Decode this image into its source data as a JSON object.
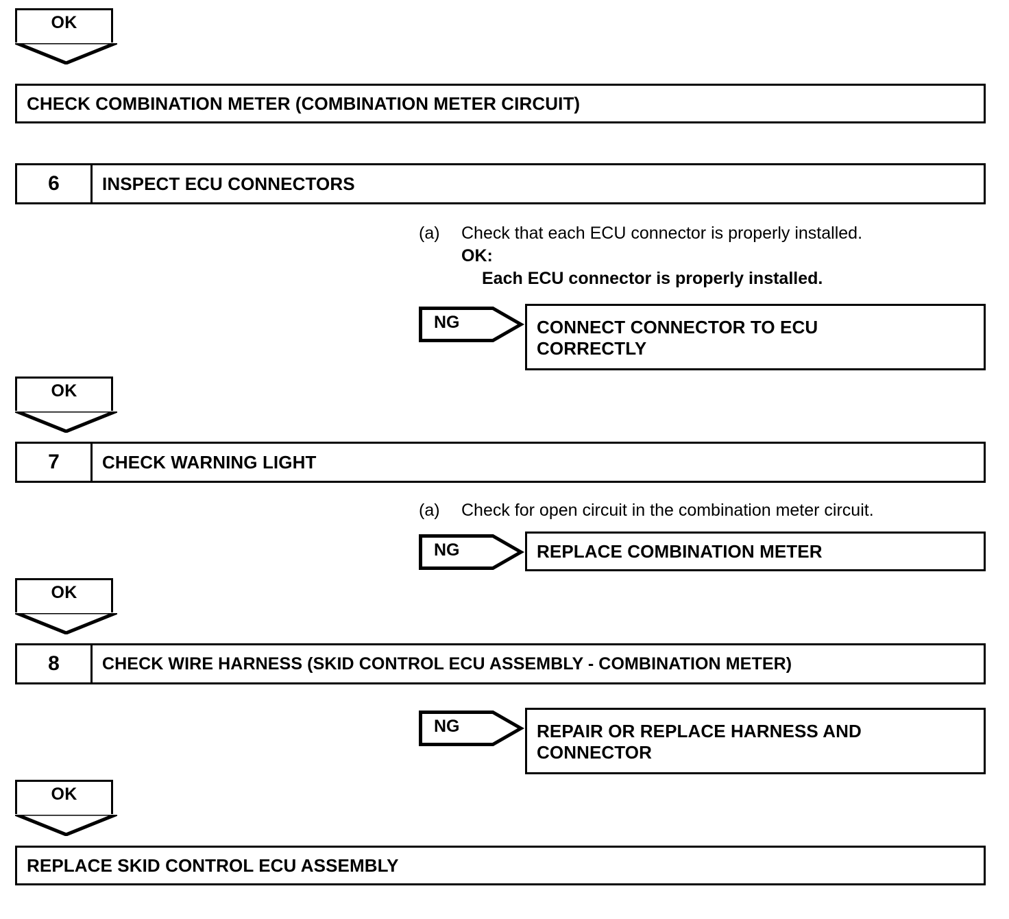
{
  "document": {
    "kind": "troubleshooting-flowchart",
    "title": "Skid Control ECU / Combination Meter diagnostic flow"
  },
  "flow": {
    "ok_label": "OK",
    "ng_label": "NG",
    "markers": {
      "ok1": "OK",
      "ok2": "OK",
      "ok3": "OK",
      "ok4": "OK",
      "ng6": "NG",
      "ng7": "NG",
      "ng8": "NG"
    },
    "top_action": {
      "text": "CHECK COMBINATION METER (COMBINATION METER CIRCUIT)"
    },
    "steps": [
      {
        "number": "6",
        "title": "INSPECT ECU CONNECTORS",
        "procedure": {
          "marker": "(a)",
          "text": "Check that each ECU connector is properly installed.",
          "ok_heading": "OK:",
          "ok_detail": "Each ECU connector is properly installed."
        },
        "ng_branch": {
          "label": "NG",
          "line1": "CONNECT CONNECTOR TO ECU",
          "line2": "CORRECTLY"
        }
      },
      {
        "number": "7",
        "title": "CHECK WARNING LIGHT",
        "procedure": {
          "marker": "(a)",
          "text": "Check for open circuit in the combination meter circuit."
        },
        "ng_branch": {
          "label": "NG",
          "line1": "REPLACE COMBINATION METER",
          "line2": ""
        }
      },
      {
        "number": "8",
        "title": "CHECK WIRE HARNESS (SKID CONTROL ECU ASSEMBLY - COMBINATION METER)",
        "ng_branch": {
          "label": "NG",
          "line1": "REPAIR OR REPLACE HARNESS AND",
          "line2": "CONNECTOR"
        }
      }
    ],
    "final_action": {
      "text": "REPLACE SKID CONTROL ECU ASSEMBLY"
    }
  },
  "colors": {
    "ink": "#000000",
    "paper": "#ffffff"
  }
}
